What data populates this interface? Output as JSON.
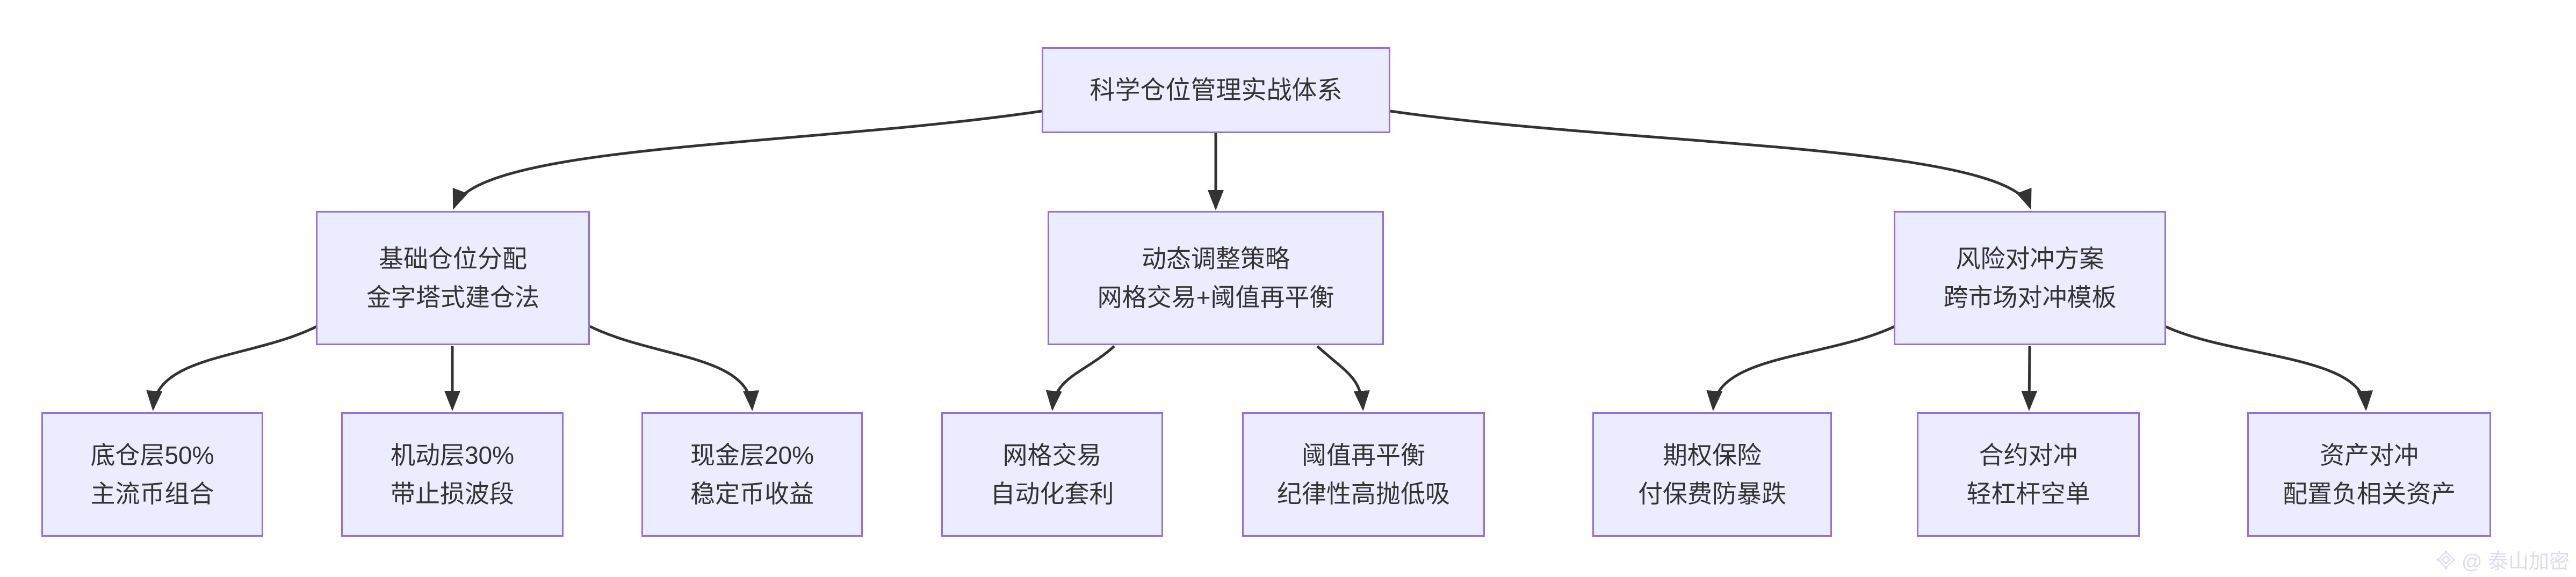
{
  "diagram": {
    "title_node": {
      "line1": "科学仓位管理实战体系"
    },
    "level2": [
      {
        "line1": "基础仓位分配",
        "line2": "金字塔式建仓法"
      },
      {
        "line1": "动态调整策略",
        "line2": "网格交易+阈值再平衡"
      },
      {
        "line1": "风险对冲方案",
        "line2": "跨市场对冲模板"
      }
    ],
    "level3": [
      {
        "line1": "底仓层50%",
        "line2": "主流币组合"
      },
      {
        "line1": "机动层30%",
        "line2": "带止损波段"
      },
      {
        "line1": "现金层20%",
        "line2": "稳定币收益"
      },
      {
        "line1": "网格交易",
        "line2": "自动化套利"
      },
      {
        "line1": "阈值再平衡",
        "line2": "纪律性高抛低吸"
      },
      {
        "line1": "期权保险",
        "line2": "付保费防暴跌"
      },
      {
        "line1": "合约对冲",
        "line2": "轻杠杆空单"
      },
      {
        "line1": "资产对冲",
        "line2": "配置负相关资产"
      }
    ]
  },
  "watermark": {
    "text": "@ 泰山加密",
    "logo": "diamond-gem-icon"
  },
  "colors": {
    "node_fill": "#ECECFF",
    "node_border": "#9370DB",
    "edge": "#333333",
    "text": "#333333",
    "background": "#ffffff",
    "watermark": "#dcdceb"
  }
}
